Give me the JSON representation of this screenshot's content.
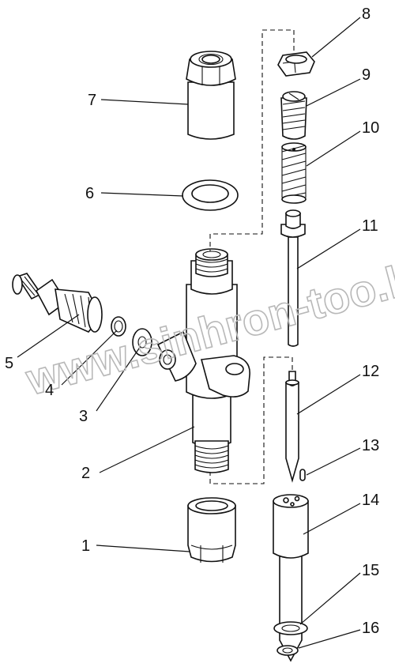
{
  "watermark": "www.sinhron-too.kz",
  "callouts": [
    {
      "number": "1",
      "part": "nozzle-retaining-nut"
    },
    {
      "number": "2",
      "part": "nozzle-holder-body"
    },
    {
      "number": "3",
      "part": "seal-washer"
    },
    {
      "number": "4",
      "part": "filter"
    },
    {
      "number": "5",
      "part": "inlet-connector"
    },
    {
      "number": "6",
      "part": "gasket"
    },
    {
      "number": "7",
      "part": "cap-nut"
    },
    {
      "number": "8",
      "part": "lock-nut"
    },
    {
      "number": "9",
      "part": "adjusting-screw"
    },
    {
      "number": "10",
      "part": "pressure-spring"
    },
    {
      "number": "11",
      "part": "push-rod"
    },
    {
      "number": "12",
      "part": "needle-valve"
    },
    {
      "number": "13",
      "part": "dowel-pin"
    },
    {
      "number": "14",
      "part": "nozzle-body"
    },
    {
      "number": "15",
      "part": "heat-shield-washer"
    },
    {
      "number": "16",
      "part": "copper-washer"
    }
  ]
}
